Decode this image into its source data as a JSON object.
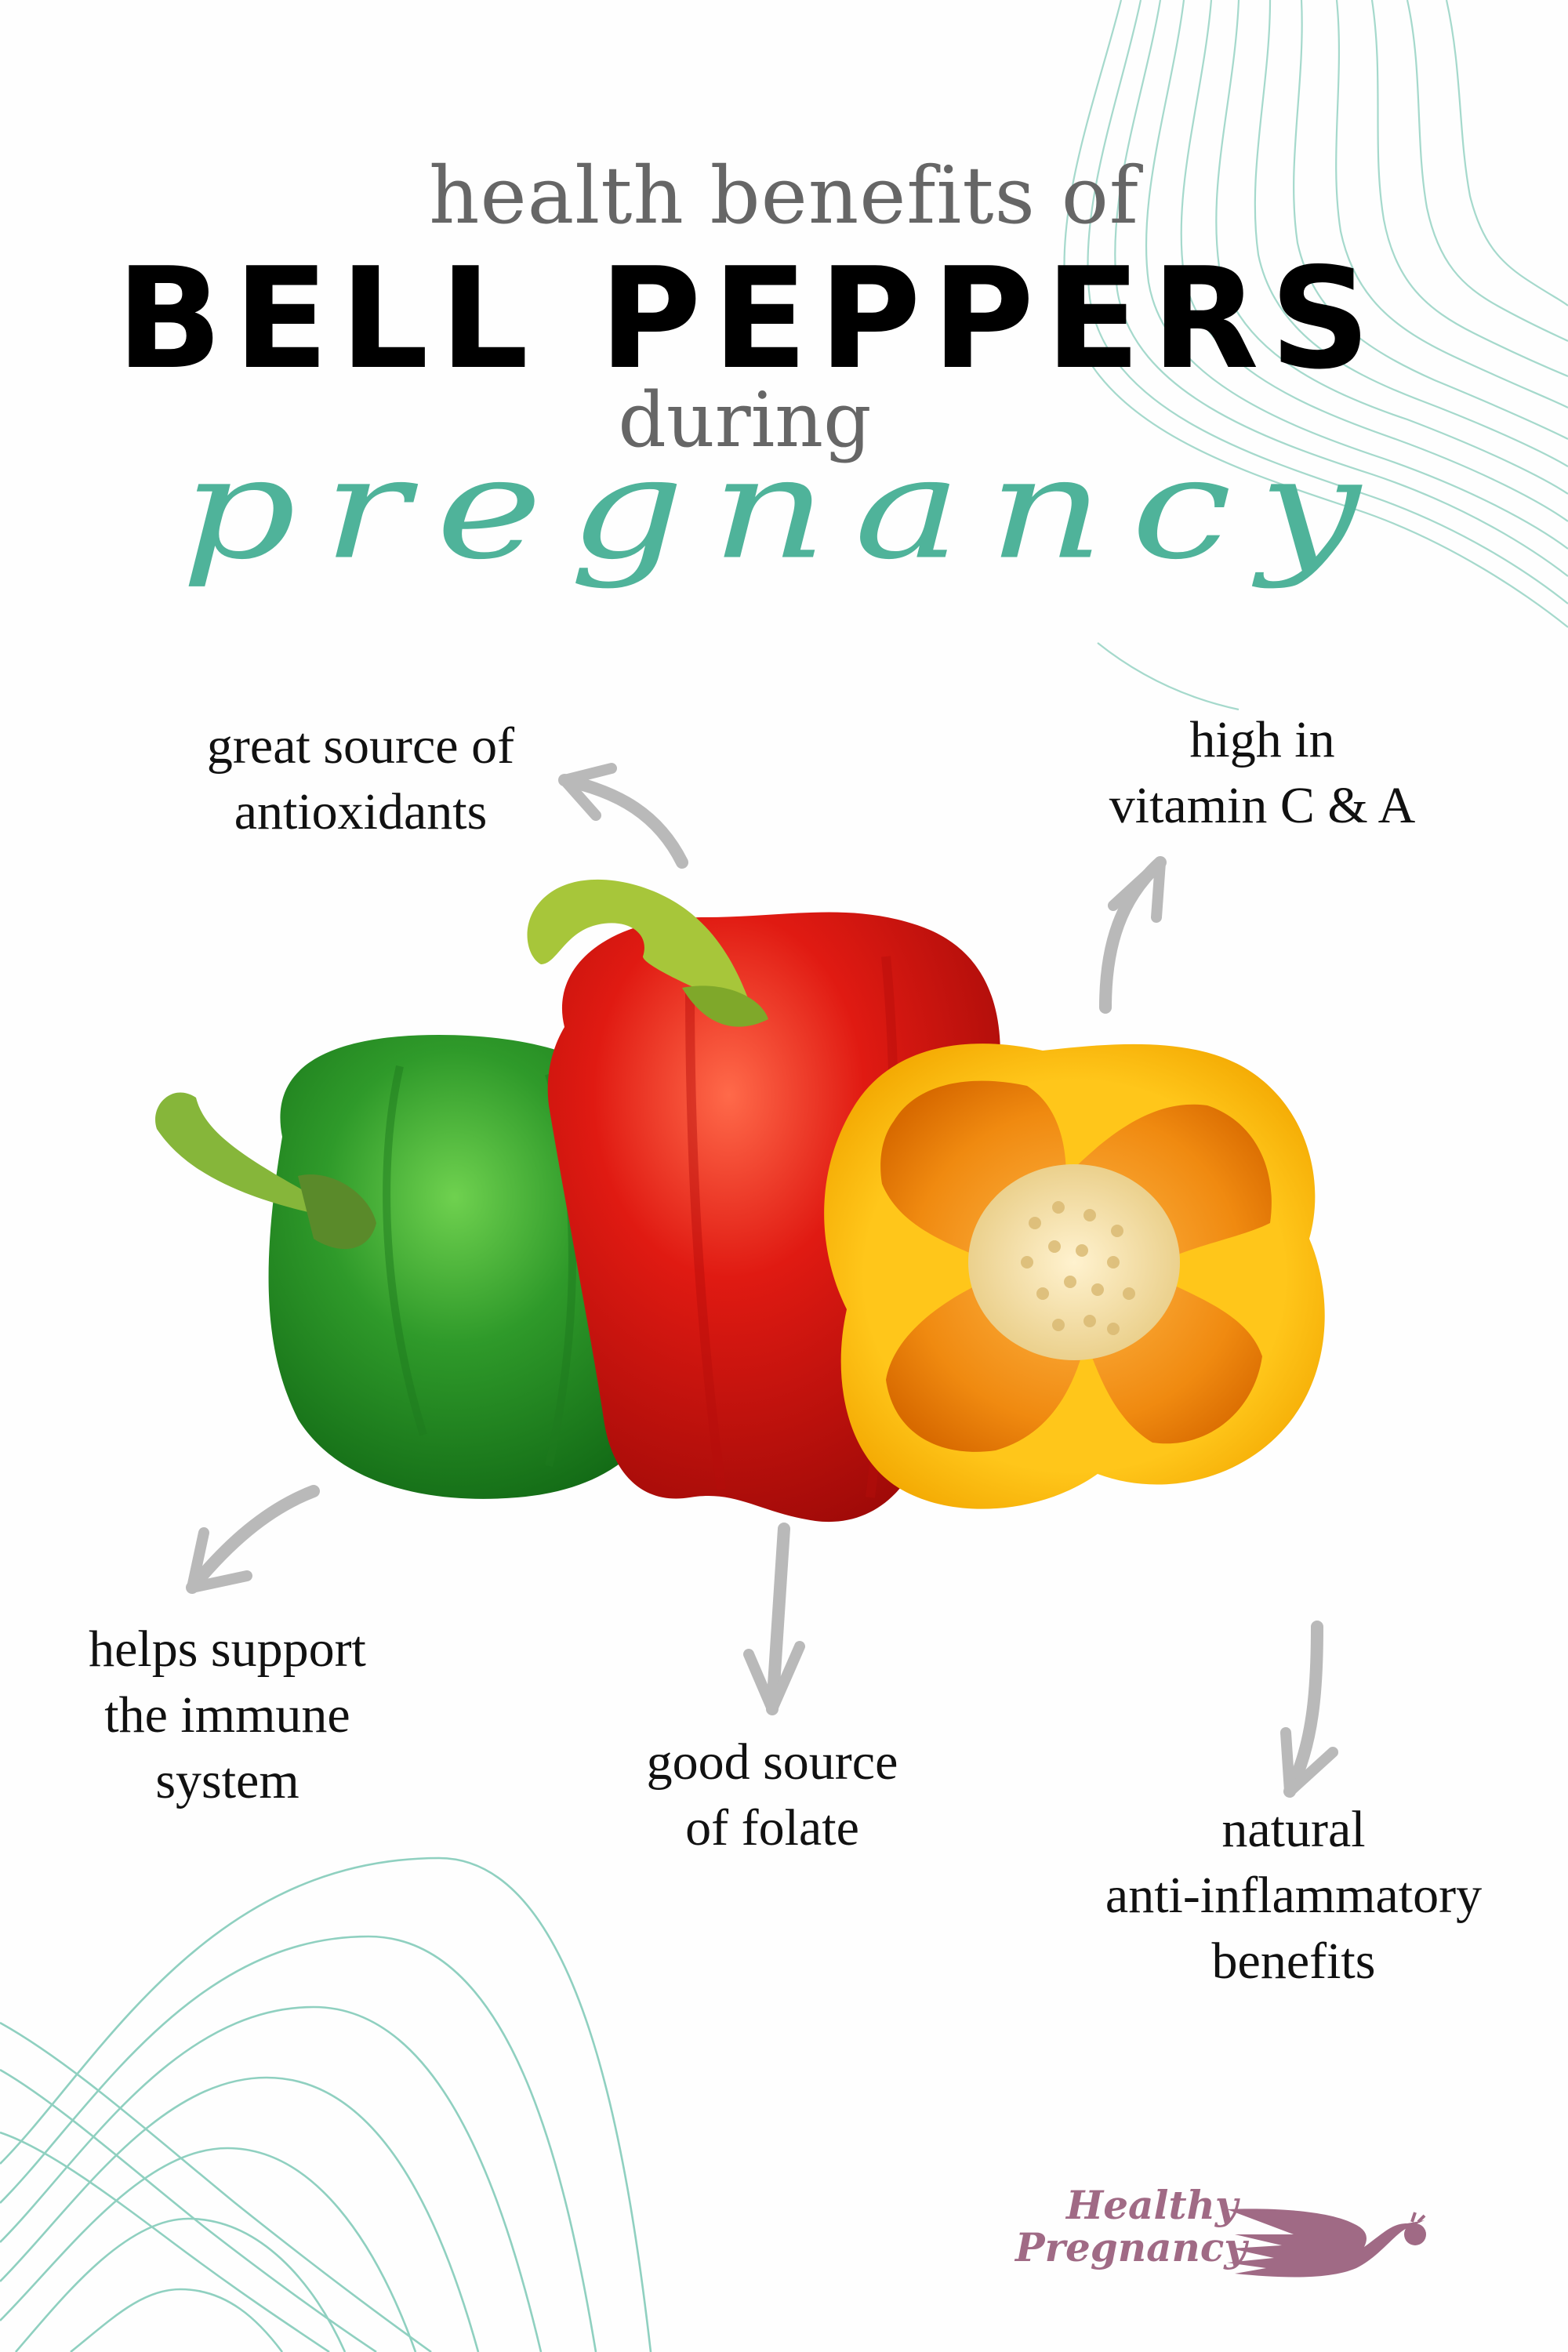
{
  "title": {
    "line1": "health benefits of",
    "line2": "BELL PEPPERS",
    "line3": "during",
    "line4": "pregnancy"
  },
  "colors": {
    "background": "#fefefe",
    "subtitle_gray": "#666666",
    "title_black": "#000000",
    "script_teal": "#4fb39a",
    "wave_lines": "#9fd6c8",
    "arrow_gray": "#b9b9b9",
    "logo_mauve": "#a06a85",
    "pepper_green": "#2f9a2a",
    "pepper_red": "#e01a12",
    "pepper_yellow": "#fbb615"
  },
  "benefits": [
    {
      "id": "antioxidants",
      "lines": [
        "great source of",
        "antioxidants"
      ],
      "arrow": "arrow-up-left"
    },
    {
      "id": "vitamins",
      "lines": [
        "high in",
        "vitamin C & A"
      ],
      "arrow": "arrow-up"
    },
    {
      "id": "immune",
      "lines": [
        "helps support",
        "the immune",
        "system"
      ],
      "arrow": "arrow-down-left"
    },
    {
      "id": "folate",
      "lines": [
        "good source",
        "of folate"
      ],
      "arrow": "arrow-down"
    },
    {
      "id": "inflammation",
      "lines": [
        "natural",
        "anti-inflammatory",
        "benefits"
      ],
      "arrow": "arrow-down"
    }
  ],
  "illustration": {
    "items": [
      "green bell pepper",
      "red bell pepper",
      "yellow bell pepper half"
    ]
  },
  "logo": {
    "line1": "Healthy",
    "line2": "Pregnancy",
    "icon": "stork-carrying-bundle-icon"
  }
}
